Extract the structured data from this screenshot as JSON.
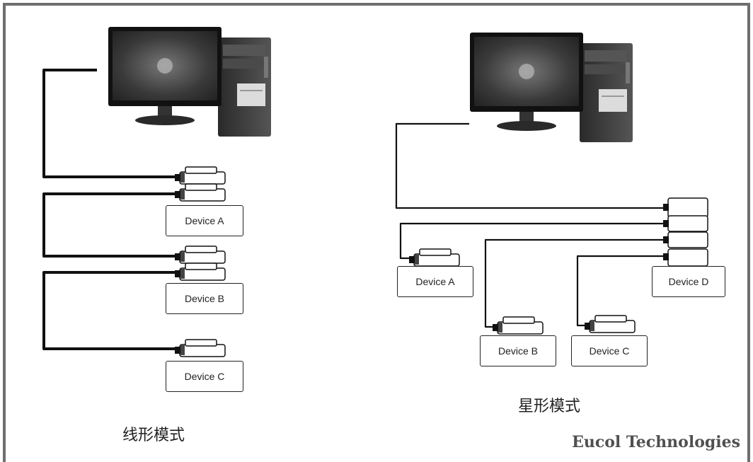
{
  "line_mode": {
    "caption": "线形模式",
    "devices": [
      "Device A",
      "Device B",
      "Device C"
    ]
  },
  "star_mode": {
    "caption": "星形模式",
    "devices": [
      "Device A",
      "Device D",
      "Device B",
      "Device C"
    ]
  },
  "brand": "Eucol Technologies",
  "colors": {
    "line": "#111111",
    "frame": "#6e6e6e",
    "brand_text": "#505050"
  },
  "icons": [
    "computer-icon",
    "connector-icon"
  ]
}
